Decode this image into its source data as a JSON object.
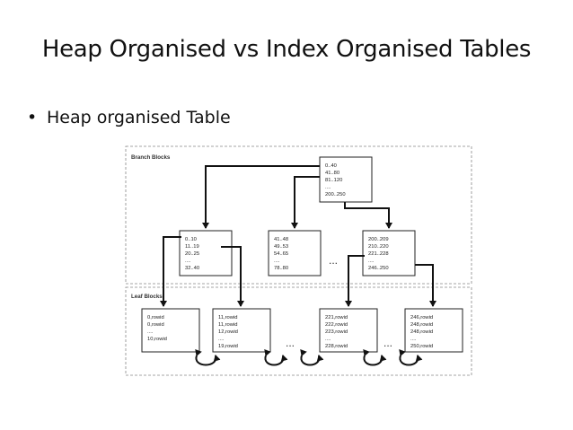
{
  "slide": {
    "title": "Heap Organised vs Index Organised Tables",
    "bullet": "Heap organised Table"
  },
  "diagram": {
    "regions": {
      "branch": "Branch Blocks",
      "leaf": "Leaf Blocks"
    },
    "root": [
      "0..40",
      "41..80",
      "81..120",
      "....",
      "200..250"
    ],
    "branch_nodes": [
      [
        "0..10",
        "11..19",
        "20..25",
        "....",
        "32..40"
      ],
      [
        "41..48",
        "49..53",
        "54..65",
        "....",
        "78..80"
      ],
      [
        "200..209",
        "210..220",
        "221..228",
        "....",
        "246..250"
      ]
    ],
    "leaf_nodes": [
      [
        "0,rowid",
        "0,rowid",
        "....",
        "10,rowid"
      ],
      [
        "11,rowid",
        "11,rowid",
        "12,rowid",
        "....",
        "19,rowid"
      ],
      [
        "221,rowid",
        "222,rowid",
        "223,rowid",
        "....",
        "228,rowid"
      ],
      [
        "246,rowid",
        "248,rowid",
        "248,rowid",
        "....",
        "250,rowid"
      ]
    ],
    "ellipsis": "..."
  }
}
